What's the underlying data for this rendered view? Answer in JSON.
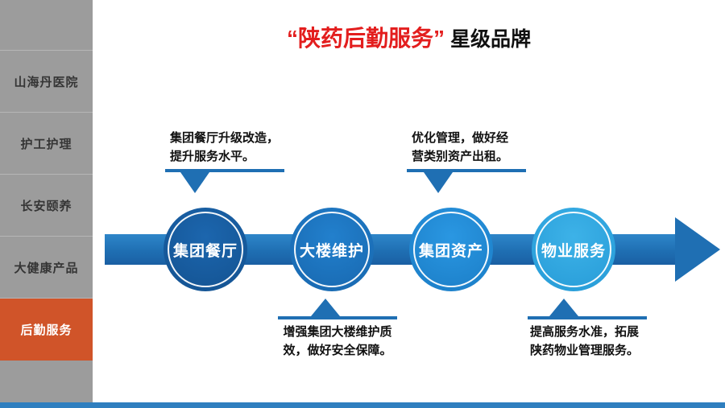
{
  "title": {
    "brand": "“陕药后勤服务”",
    "rest": " 星级品牌"
  },
  "sidebar": {
    "items": [
      {
        "label": "山海丹医院",
        "active": false
      },
      {
        "label": "护工护理",
        "active": false
      },
      {
        "label": "长安颐养",
        "active": false
      },
      {
        "label": "大健康产品",
        "active": false
      },
      {
        "label": "后勤服务",
        "active": true
      }
    ]
  },
  "process": {
    "steps": [
      {
        "label": "集团餐厅",
        "color": "#13518f"
      },
      {
        "label": "大楼维护",
        "color": "#1766ad"
      },
      {
        "label": "集团资产",
        "color": "#1a7cc5"
      },
      {
        "label": "物业服务",
        "color": "#259ad6"
      }
    ],
    "callouts": [
      {
        "position": "top-left",
        "text": "集团餐厅升级改造，\n提升服务水平。"
      },
      {
        "position": "top-right",
        "text": "优化管理，做好经\n营类别资产出租。"
      },
      {
        "position": "bottom-left",
        "text": "增强集团大楼维护质\n效，做好安全保障。"
      },
      {
        "position": "bottom-right",
        "text": "提高服务水准，拓展\n陕药物业管理服务。"
      }
    ]
  },
  "colors": {
    "sidebar_gray": "#9c9c9c",
    "active_item_orange": "#d05429",
    "arrow_blue": "#1f6fb3",
    "title_red": "#e31e1e",
    "bottom_bar_blue": "#2f7fbf"
  }
}
